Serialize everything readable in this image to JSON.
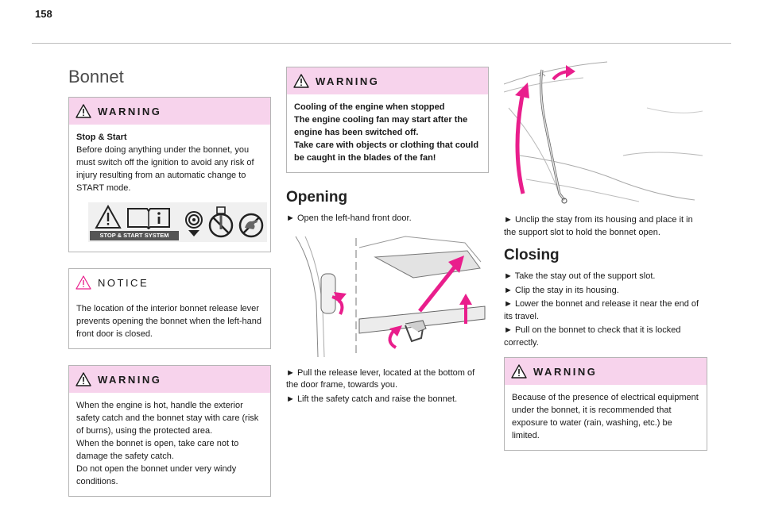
{
  "page_number": "158",
  "section_title": "Bonnet",
  "warning_label": "WARNING",
  "notice_label": "NOTICE",
  "col1": {
    "warning1": {
      "heading": "Stop & Start",
      "text": "Before doing anything under the bonnet, you must switch off the ignition to avoid any risk of injury resulting from an automatic change to START mode.",
      "icon_strip_label": "STOP & START SYSTEM"
    },
    "notice": {
      "text": "The location of the interior bonnet release lever prevents opening the bonnet when the left-hand front door is closed."
    },
    "warning2": {
      "lines": [
        "When the engine is hot, handle the exterior safety catch and the bonnet stay with care (risk of burns), using the protected area.",
        "When the bonnet is open, take care not to damage the safety catch.",
        "Do not open the bonnet under very windy conditions."
      ]
    }
  },
  "col2": {
    "warning": {
      "lines": [
        "Cooling of the engine when stopped",
        "The engine cooling fan may start after the engine has been switched off.",
        "Take care with objects or clothing that could be caught in the blades of the fan!"
      ]
    },
    "opening_title": "Opening",
    "opening_step1": "► Open the left-hand front door.",
    "opening_step2": "► Pull the release lever, located at the bottom of the door frame, towards you.",
    "opening_step3": "► Lift the safety catch and raise the bonnet."
  },
  "col3": {
    "stay_step": "► Unclip the stay from its housing and place it in the support slot to hold the bonnet open.",
    "closing_title": "Closing",
    "closing_steps": [
      "► Take the stay out of the support slot.",
      "► Clip the stay in its housing.",
      "► Lower the bonnet and release it near the end of its travel.",
      "► Pull on the bonnet to check that it is locked correctly."
    ],
    "warning": {
      "text": "Because of the presence of electrical equipment under the bonnet, it is recommended that exposure to water (rain, washing, etc.) be limited."
    }
  },
  "colors": {
    "accent_pink": "#e91e8c",
    "box_header": "#f7d3ec",
    "border": "#b5b5b5"
  },
  "icons": [
    "warning-triangle-icon",
    "manual-book-icon",
    "ignition-key-icon",
    "no-tools-icon",
    "no-hand-icon"
  ]
}
